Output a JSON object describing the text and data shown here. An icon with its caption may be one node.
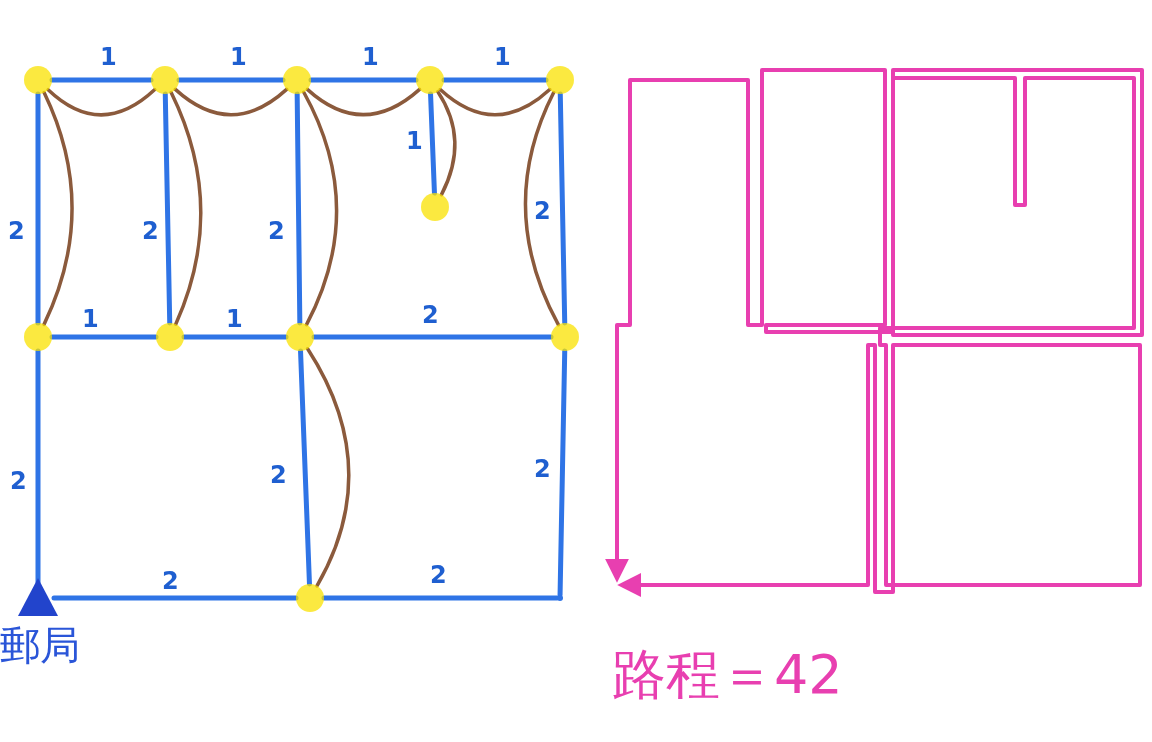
{
  "diagram": {
    "nodes": [
      {
        "text": [],
        "shape": "circle"
      },
      {
        "text": [],
        "shape": "circle"
      },
      {
        "text": [],
        "shape": "circle"
      },
      {
        "text": [],
        "shape": "circle"
      },
      {
        "text": [],
        "shape": "circle"
      },
      {
        "text": [],
        "shape": "circle"
      },
      {
        "text": [],
        "shape": "circle"
      },
      {
        "text": [],
        "shape": "circle"
      },
      {
        "text": [],
        "shape": "circle"
      },
      {
        "text": [],
        "shape": "circle"
      },
      {
        "text": [],
        "shape": "triangle",
        "beside": [
          "郵局"
        ]
      },
      {
        "text": [],
        "shape": "circle"
      },
      {
        "text": [],
        "shape": "point"
      }
    ],
    "edges": [
      {
        "from": 0,
        "to": 1,
        "arrow": "none",
        "label": "1"
      },
      {
        "from": 1,
        "to": 2,
        "arrow": "none",
        "label": "1"
      },
      {
        "from": 2,
        "to": 3,
        "arrow": "none",
        "label": "1"
      },
      {
        "from": 3,
        "to": 4,
        "arrow": "none",
        "label": "1"
      },
      {
        "from": 0,
        "to": 6,
        "arrow": "none",
        "label": "2"
      },
      {
        "from": 1,
        "to": 7,
        "arrow": "none",
        "label": "2"
      },
      {
        "from": 2,
        "to": 8,
        "arrow": "none",
        "label": "2"
      },
      {
        "from": 3,
        "to": 5,
        "arrow": "none",
        "label": "1"
      },
      {
        "from": 4,
        "to": 9,
        "arrow": "none",
        "label": "2"
      },
      {
        "from": 6,
        "to": 7,
        "arrow": "none",
        "label": "1"
      },
      {
        "from": 7,
        "to": 8,
        "arrow": "none",
        "label": "1"
      },
      {
        "from": 8,
        "to": 9,
        "arrow": "none",
        "label": "2"
      },
      {
        "from": 6,
        "to": 10,
        "arrow": "none",
        "label": "2"
      },
      {
        "from": 8,
        "to": 11,
        "arrow": "none",
        "label": "2"
      },
      {
        "from": 9,
        "to": 12,
        "arrow": "none",
        "label": "2"
      },
      {
        "from": 10,
        "to": 11,
        "arrow": "none",
        "label": "2"
      },
      {
        "from": 11,
        "to": 12,
        "arrow": "none",
        "label": "2"
      },
      {
        "from": 0,
        "to": 1,
        "arrow": "none",
        "color": "#8b5a3c"
      },
      {
        "from": 1,
        "to": 2,
        "arrow": "none",
        "color": "#8b5a3c"
      },
      {
        "from": 2,
        "to": 3,
        "arrow": "none",
        "color": "#8b5a3c"
      },
      {
        "from": 3,
        "to": 4,
        "arrow": "none",
        "color": "#8b5a3c"
      },
      {
        "from": 0,
        "to": 6,
        "arrow": "none",
        "color": "#8b5a3c"
      },
      {
        "from": 1,
        "to": 7,
        "arrow": "none",
        "color": "#8b5a3c"
      },
      {
        "from": 2,
        "to": 8,
        "arrow": "none",
        "color": "#8b5a3c"
      },
      {
        "from": 3,
        "to": 5,
        "arrow": "none",
        "color": "#8b5a3c"
      },
      {
        "from": 4,
        "to": 9,
        "arrow": "none",
        "color": "#8b5a3c"
      },
      {
        "from": 8,
        "to": 11,
        "arrow": "none",
        "color": "#8b5a3c"
      }
    ],
    "labels": [
      "路程＝42"
    ]
  }
}
